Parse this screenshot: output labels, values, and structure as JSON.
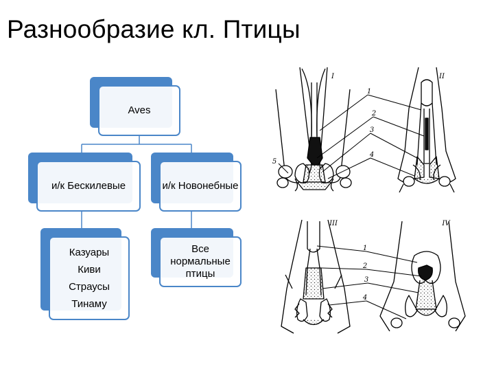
{
  "slide": {
    "title": "Разнообразие кл. Птицы"
  },
  "tree": {
    "root": {
      "label": "Aves"
    },
    "left": {
      "label": "и/к Бескилевые",
      "children": [
        "Казуары",
        "Киви",
        "Страусы",
        "Тинаму"
      ]
    },
    "right": {
      "label": "и/к Новонебные",
      "children": [
        "Все нормальные птицы"
      ]
    },
    "colors": {
      "accent": "#4a86c8",
      "line": "#4a86c8"
    }
  },
  "figure": {
    "panels": [
      "I",
      "II",
      "III",
      "IV"
    ],
    "labels": [
      "1",
      "2",
      "3",
      "4",
      "5"
    ]
  }
}
